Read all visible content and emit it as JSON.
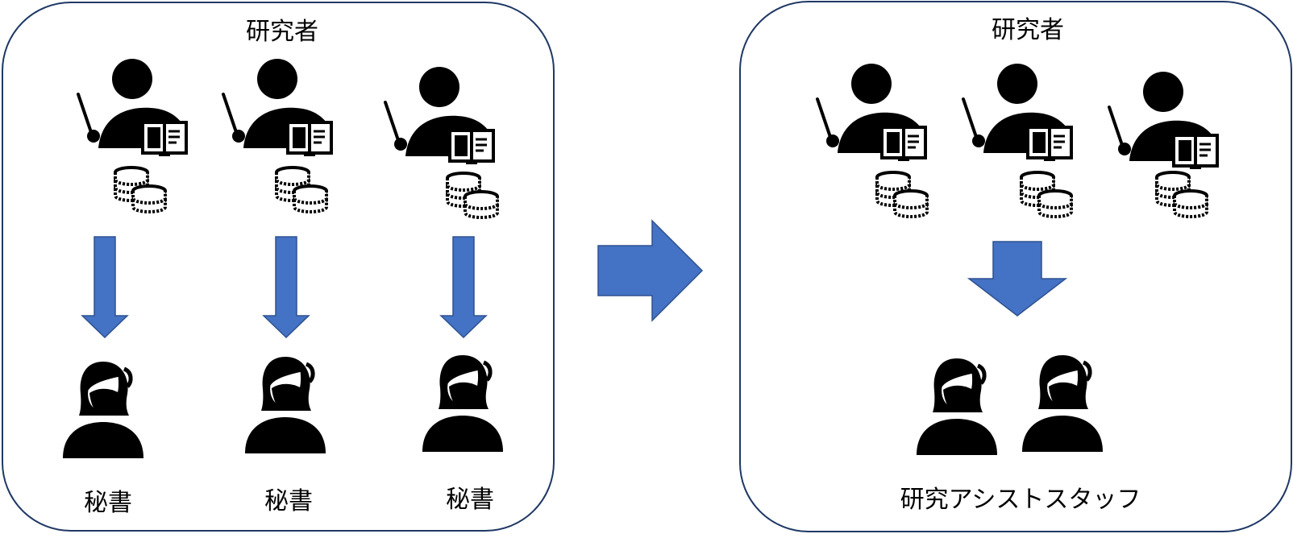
{
  "left_panel": {
    "title": "研究者",
    "researchers": 3,
    "secretaries": [
      {
        "label": "秘書"
      },
      {
        "label": "秘書"
      },
      {
        "label": "秘書"
      }
    ]
  },
  "right_panel": {
    "title": "研究者",
    "researchers": 3,
    "staff_count": 2,
    "staff_label": "研究アシストスタッフ"
  },
  "colors": {
    "arrow": "#4472C4",
    "arrow_border": "#2F528F",
    "panel_border": "#1F3864",
    "icon": "#000000"
  }
}
